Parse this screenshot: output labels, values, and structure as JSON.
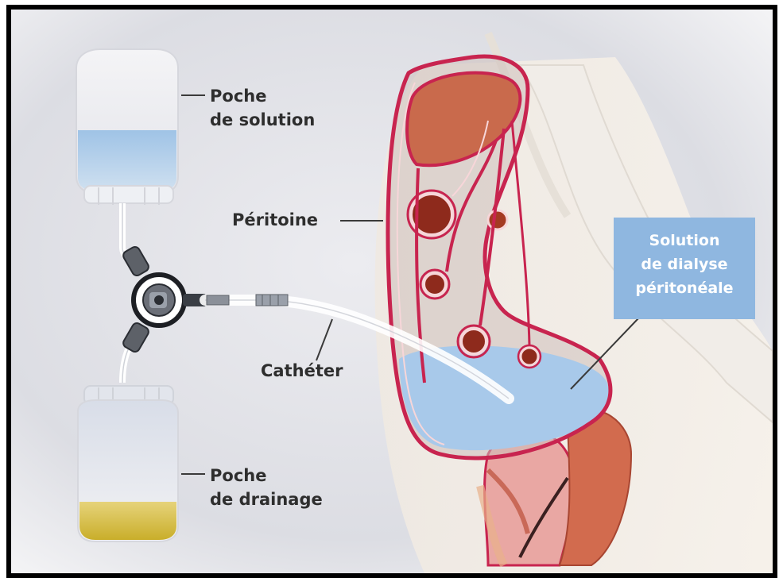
{
  "labels": {
    "solution_bag_line1": "Poche",
    "solution_bag_line2": "de solution",
    "peritoneum": "Péritoine",
    "catheter": "Cathéter",
    "drainage_bag_line1": "Poche",
    "drainage_bag_line2": "de drainage",
    "dialysis_solution_line1": "Solution",
    "dialysis_solution_line2": "de dialyse",
    "dialysis_solution_line3": "péritonéale"
  },
  "colors": {
    "frame": "#000000",
    "background": "#e6e7ec",
    "peritoneum_outline": "#c8244f",
    "liver": "#c96a4c",
    "dialysate": "#a8c9ea",
    "drainage_fluid": "#d8c24a",
    "solution_fluid": "#8fb5dc",
    "callout_box": "#8fb7e0",
    "label_text": "#2e2e2e"
  },
  "icons": {
    "solution_bag": "iv-bag-icon",
    "drainage_bag": "drainage-bag-icon",
    "connector": "y-connector-icon"
  }
}
